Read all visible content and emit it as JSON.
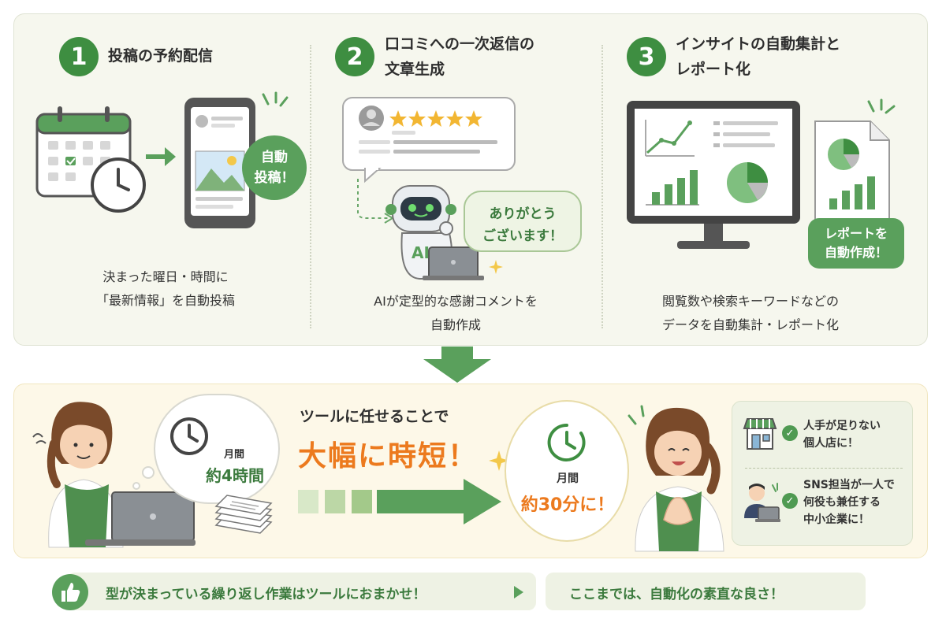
{
  "steps": [
    {
      "num": "1",
      "title_lines": [
        "投稿の予約配信"
      ],
      "desc_lines": [
        "決まった曜日・時間に",
        "「最新情報」を自動投稿"
      ],
      "badge_lines": [
        "自動",
        "投稿！"
      ]
    },
    {
      "num": "2",
      "title_lines": [
        "口コミへの一次返信の",
        "文章生成"
      ],
      "desc_lines": [
        "AIが定型的な感謝コメントを",
        "自動作成"
      ],
      "speech_lines": [
        "ありがとう",
        "ございます！"
      ],
      "robot_label": "AI"
    },
    {
      "num": "3",
      "title_lines": [
        "インサイトの自動集計と",
        "レポート化"
      ],
      "desc_lines": [
        "閲覧数や検索キーワードなどの",
        "データを自動集計・レポート化"
      ],
      "badge_lines": [
        "レポートを",
        "自動作成！"
      ]
    }
  ],
  "before": {
    "label": "月間",
    "value": "約4時間"
  },
  "middle": {
    "label": "ツールに任せることで",
    "headline": "大幅に時短！"
  },
  "after": {
    "label": "月間",
    "value": "約30分に！"
  },
  "side_items": [
    {
      "lines": [
        "人手が足りない",
        "個人店に！"
      ],
      "icon": "storefront-icon"
    },
    {
      "lines": [
        "SNS担当が一人で",
        "何役も兼任する",
        "中小企業に！"
      ],
      "icon": "office-worker-icon"
    }
  ],
  "footer": {
    "left": "型が決まっている繰り返し作業はツールにおまかせ！",
    "right": "ここまでは、自動化の素直な良さ！"
  },
  "colors": {
    "green": "#3e8e41",
    "light_green": "#5aa05c",
    "orange": "#ec7a1e",
    "panel_top": "#f6f7ee",
    "panel_bottom": "#fdf8e8"
  }
}
